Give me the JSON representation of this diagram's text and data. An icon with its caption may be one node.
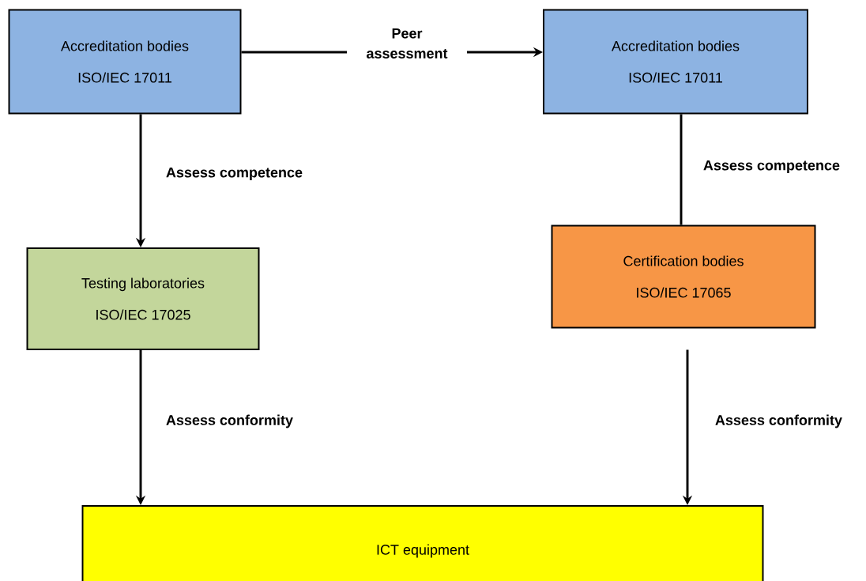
{
  "diagram": {
    "nodes": [
      {
        "text": [
          "Accreditation bodies",
          "ISO/IEC 17011"
        ]
      },
      {
        "text": [
          "Accreditation bodies",
          "ISO/IEC 17011"
        ]
      },
      {
        "text": [
          "Testing laboratories",
          "ISO/IEC 17025"
        ]
      },
      {
        "text": [
          "Certification bodies",
          "ISO/IEC 17065"
        ]
      },
      {
        "text": [
          "ICT equipment"
        ]
      }
    ],
    "edges": [
      {
        "from": 0,
        "to": 1,
        "arrow": "to",
        "label": "Peer assessment"
      },
      {
        "from": 0,
        "to": 2,
        "arrow": "to",
        "label": "Assess competence"
      },
      {
        "from": 1,
        "to": 3,
        "arrow": "none",
        "label": "Assess competence"
      },
      {
        "from": 2,
        "to": 4,
        "arrow": "to",
        "label": "Assess conformity"
      },
      {
        "from": 3,
        "to": 4,
        "arrow": "to",
        "label": "Assess conformity"
      }
    ]
  }
}
